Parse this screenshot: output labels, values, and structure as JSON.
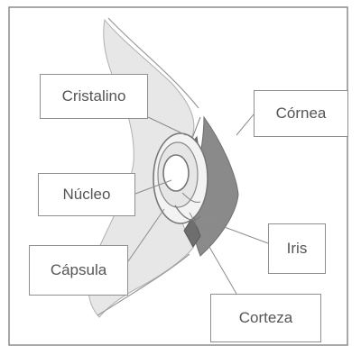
{
  "labels": {
    "cristalino": "Cristalino",
    "nucleo": "Núcleo",
    "capsula": "Cápsula",
    "cornea": "Córnea",
    "iris": "Iris",
    "corteza": "Corteza"
  },
  "colors": {
    "frame": "#8c8c8c",
    "sclera": "#e7e7e7",
    "cornea_fill": "#8a8a8a",
    "leader_line": "#8c8c8c",
    "label_text": "#555555"
  }
}
